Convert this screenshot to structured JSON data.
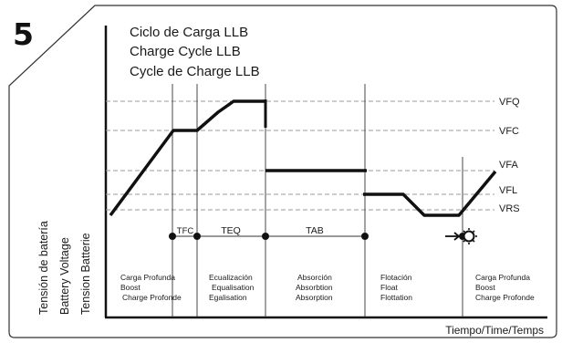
{
  "figure_number": "5",
  "titles": [
    "Ciclo de Carga LLB",
    "Charge Cycle LLB",
    "Cycle de Charge LLB"
  ],
  "y_axis_labels": [
    "Tensión de batería",
    "Battery Voltage",
    "Tension Batterie"
  ],
  "x_axis_label": "Tiempo/Time/Temps",
  "voltage_levels": [
    "VFQ",
    "VFC",
    "VFA",
    "VFL",
    "VRS"
  ],
  "segments": [
    "TFC",
    "TEQ",
    "TAB"
  ],
  "phases": [
    [
      "Carga Profunda",
      "Boost",
      "Charge Profonde"
    ],
    [
      "Ecualización",
      "Equalisation",
      "Egalisation"
    ],
    [
      "Absorción",
      "Absorbtion",
      "Absorption"
    ],
    [
      "Flotación",
      "Float",
      "Flottation"
    ],
    [
      "Carga Profunda",
      "Boost",
      "Charge Profonde"
    ]
  ],
  "icons": [
    "moon-icon",
    "arrow-right-icon",
    "sun-icon"
  ]
}
